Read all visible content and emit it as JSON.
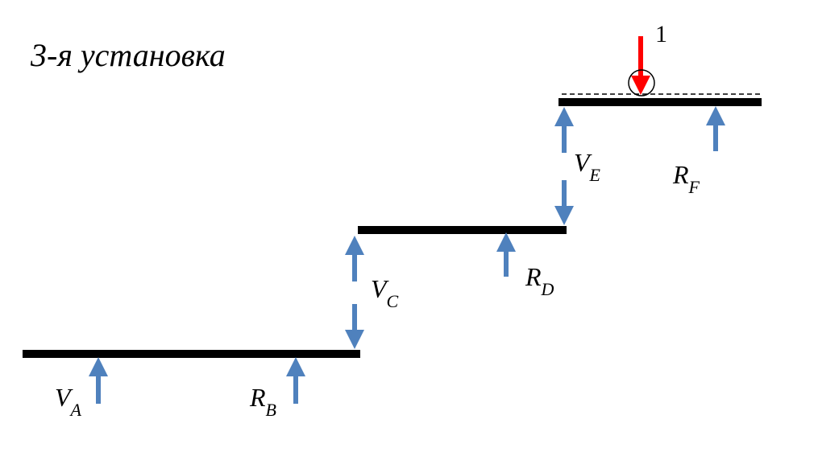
{
  "title": "3-я установка",
  "load": {
    "label": "1",
    "color": "#ff0000"
  },
  "colors": {
    "beam": "#000000",
    "reaction": "#4f81bd",
    "load": "#ff0000"
  },
  "labels": {
    "va": {
      "main": "V",
      "sub": "A"
    },
    "rb": {
      "main": "R",
      "sub": "B"
    },
    "vc": {
      "main": "V",
      "sub": "C"
    },
    "rd": {
      "main": "R",
      "sub": "D"
    },
    "ve": {
      "main": "V",
      "sub": "E"
    },
    "rf": {
      "main": "R",
      "sub": "F"
    }
  }
}
